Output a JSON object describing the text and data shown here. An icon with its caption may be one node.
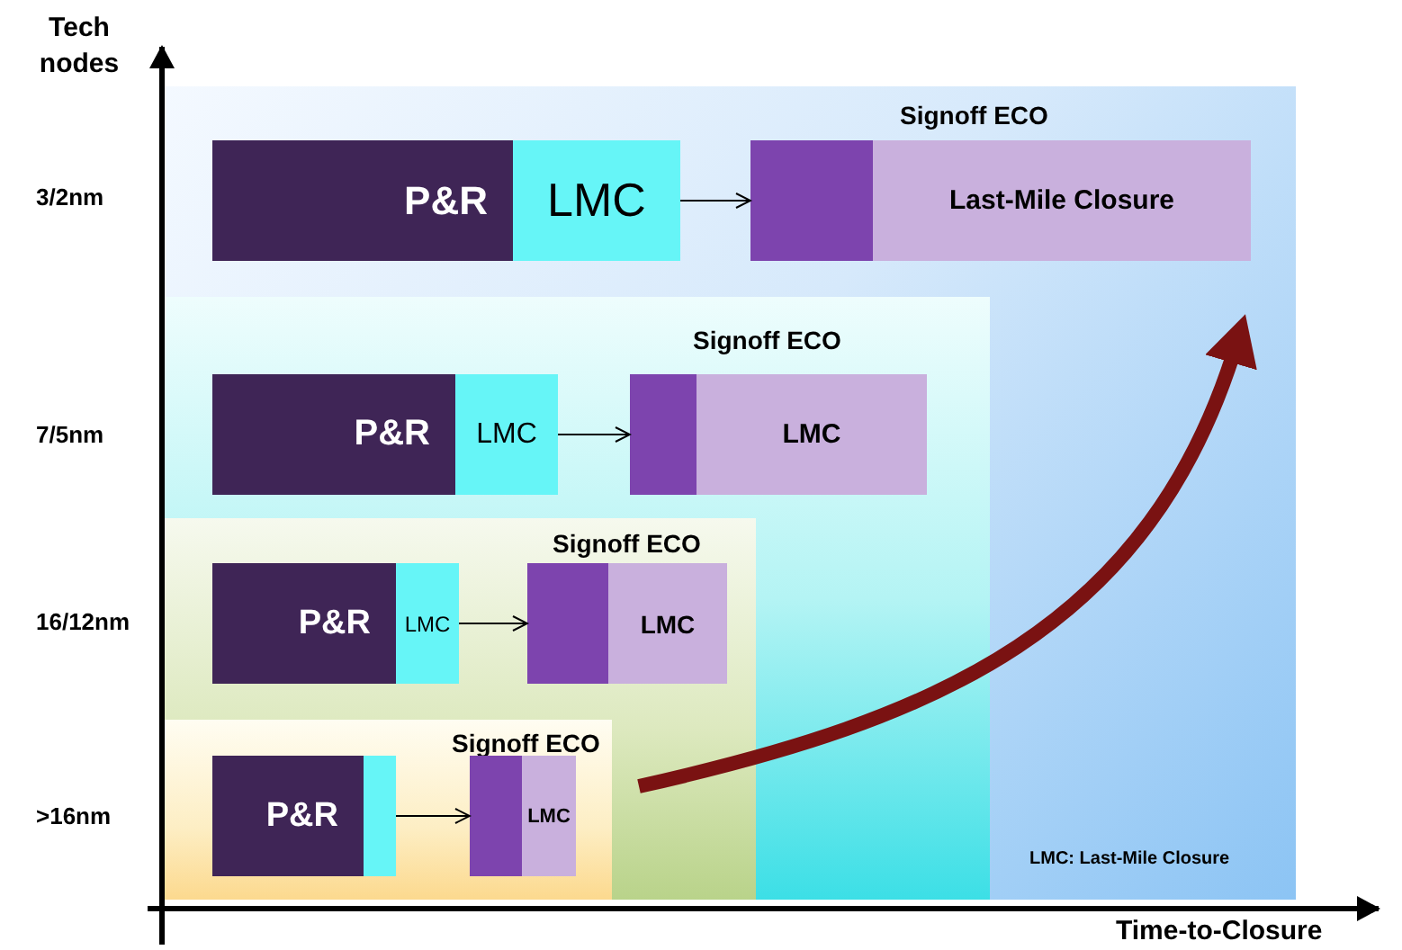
{
  "diagram": {
    "nodes": [
      {
        "text": [
          "Signoff ECO"
        ]
      },
      {
        "text": [
          "P&R"
        ],
        "in": 0
      },
      {
        "text": [
          "LMC"
        ],
        "in": 0
      },
      {
        "text": [],
        "shape": "bar",
        "in": 0
      },
      {
        "text": [
          "Last-Mile Closure"
        ],
        "in": 0
      },
      {
        "text": [
          "Signoff ECO"
        ],
        "in": 0
      },
      {
        "text": [
          "P&R"
        ],
        "in": 5
      },
      {
        "text": [
          "LMC"
        ],
        "in": 5
      },
      {
        "text": [],
        "shape": "bar",
        "in": 5
      },
      {
        "text": [
          "LMC"
        ],
        "in": 5
      },
      {
        "text": [
          "Signoff ECO"
        ],
        "in": 5
      },
      {
        "text": [
          "P&R"
        ],
        "in": 10
      },
      {
        "text": [
          "LMC"
        ],
        "in": 10
      },
      {
        "text": [],
        "shape": "bar",
        "in": 10
      },
      {
        "text": [
          "LMC"
        ],
        "in": 10
      },
      {
        "text": [
          "Signoff ECO"
        ],
        "in": 10
      },
      {
        "text": [
          "P&R"
        ],
        "in": 15
      },
      {
        "text": [],
        "shape": "bar",
        "in": 15
      },
      {
        "text": [],
        "shape": "bar",
        "in": 15
      },
      {
        "text": [
          "LMC"
        ],
        "in": 15
      }
    ],
    "edges": [
      {
        "from": 2,
        "to": 3,
        "arrow": "to"
      },
      {
        "from": 7,
        "to": 8,
        "arrow": "to"
      },
      {
        "from": 12,
        "to": 13,
        "arrow": "to"
      },
      {
        "from": 17,
        "to": 18,
        "arrow": "to"
      }
    ],
    "labels": [
      "Tech nodes",
      "3/2nm",
      "7/5nm",
      "16/12nm",
      ">16nm",
      "LMC: Last-Mile Closure",
      "Time-to-Closure"
    ]
  }
}
